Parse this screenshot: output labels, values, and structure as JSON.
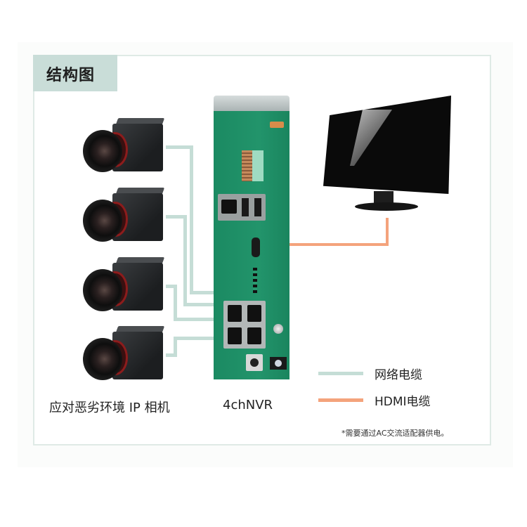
{
  "title": "结构图",
  "cameras": {
    "label": "应对恶劣环境 IP 相机",
    "count": 4
  },
  "nvr": {
    "label": "4chNVR"
  },
  "monitor": {
    "label": ""
  },
  "legend": {
    "items": [
      {
        "label": "网络电缆",
        "color": "#c5ddd6"
      },
      {
        "label": "HDMI电缆",
        "color": "#f4a37c"
      }
    ]
  },
  "note": "*需要通过AC交流适配器供电。",
  "colors": {
    "title_tab": "#c9ddd8",
    "network_cable": "#c5ddd6",
    "hdmi_cable": "#f4a37c",
    "nvr_green": "#1f8f66",
    "frame_border": "#dfeae6"
  }
}
